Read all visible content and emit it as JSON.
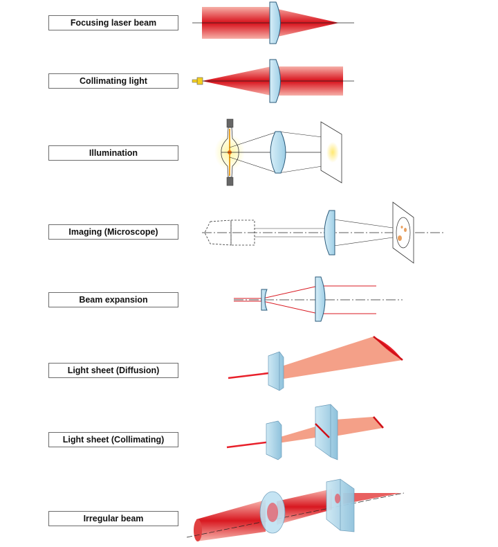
{
  "applications": [
    {
      "id": "focusing",
      "label": "Focusing laser beam",
      "icon": "focusing-lens-diagram"
    },
    {
      "id": "collimating",
      "label": "Collimating light",
      "icon": "collimating-lens-diagram"
    },
    {
      "id": "illumination",
      "label": "Illumination",
      "icon": "illumination-lamp-diagram"
    },
    {
      "id": "imaging",
      "label": "Imaging (Microscope)",
      "icon": "microscope-imaging-diagram"
    },
    {
      "id": "expansion",
      "label": "Beam expansion",
      "icon": "beam-expander-diagram"
    },
    {
      "id": "sheet-diffusion",
      "label": "Light sheet (Diffusion)",
      "icon": "cylindrical-lens-diffusion-diagram"
    },
    {
      "id": "sheet-collimating",
      "label": "Light sheet (Collimating)",
      "icon": "cylindrical-lens-collimating-diagram"
    },
    {
      "id": "irregular",
      "label": "Irregular beam",
      "icon": "irregular-beam-diagram"
    }
  ],
  "colors": {
    "laser_red": "#e8202a",
    "laser_red_light": "#f08a80",
    "sheet_salmon": "#f4a088",
    "lens_blue": "#bfe2f2",
    "lens_outline": "#2a5a7a",
    "lamp_yellow": "#fff27a",
    "line": "#222222"
  }
}
